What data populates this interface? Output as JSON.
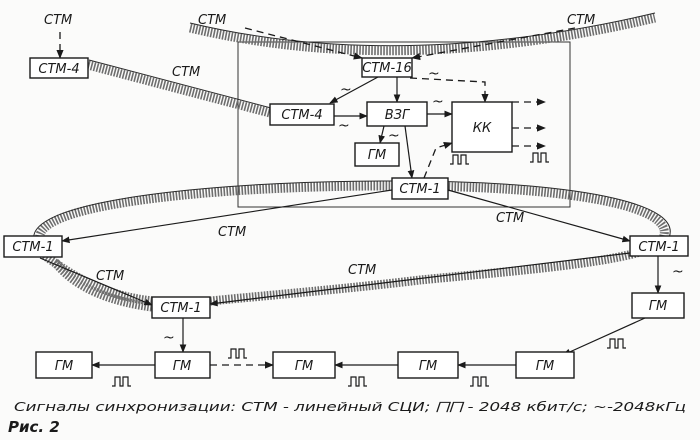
{
  "labels": {
    "stm": "СТМ",
    "tilde": "~"
  },
  "nodes": {
    "stm4_left": "СТМ-4",
    "stm16": "СТМ-16",
    "stm4_center": "СТМ-4",
    "vzg": "ВЗГ",
    "kk": "КК",
    "gm_center": "ГМ",
    "stm1_top": "СТМ-1",
    "stm1_left": "СТМ-1",
    "stm1_right": "СТМ-1",
    "stm1_bottom": "СТМ-1",
    "gm_right": "ГМ",
    "gm_chain_1": "ГМ",
    "gm_chain_2": "ГМ",
    "gm_chain_3": "ГМ",
    "gm_chain_4": "ГМ",
    "gm_chain_5": "ГМ"
  },
  "caption": {
    "text": "Сигналы синхронизации: СТМ - линейный СЦИ; ⨅⨅ - 2048 кбит/с; ~-2048кГц",
    "figure": "Рис. 2"
  },
  "colors": {
    "ink": "#1a1a1a",
    "hatch": "#6e6e6e",
    "paper": "#fbfbfa"
  }
}
